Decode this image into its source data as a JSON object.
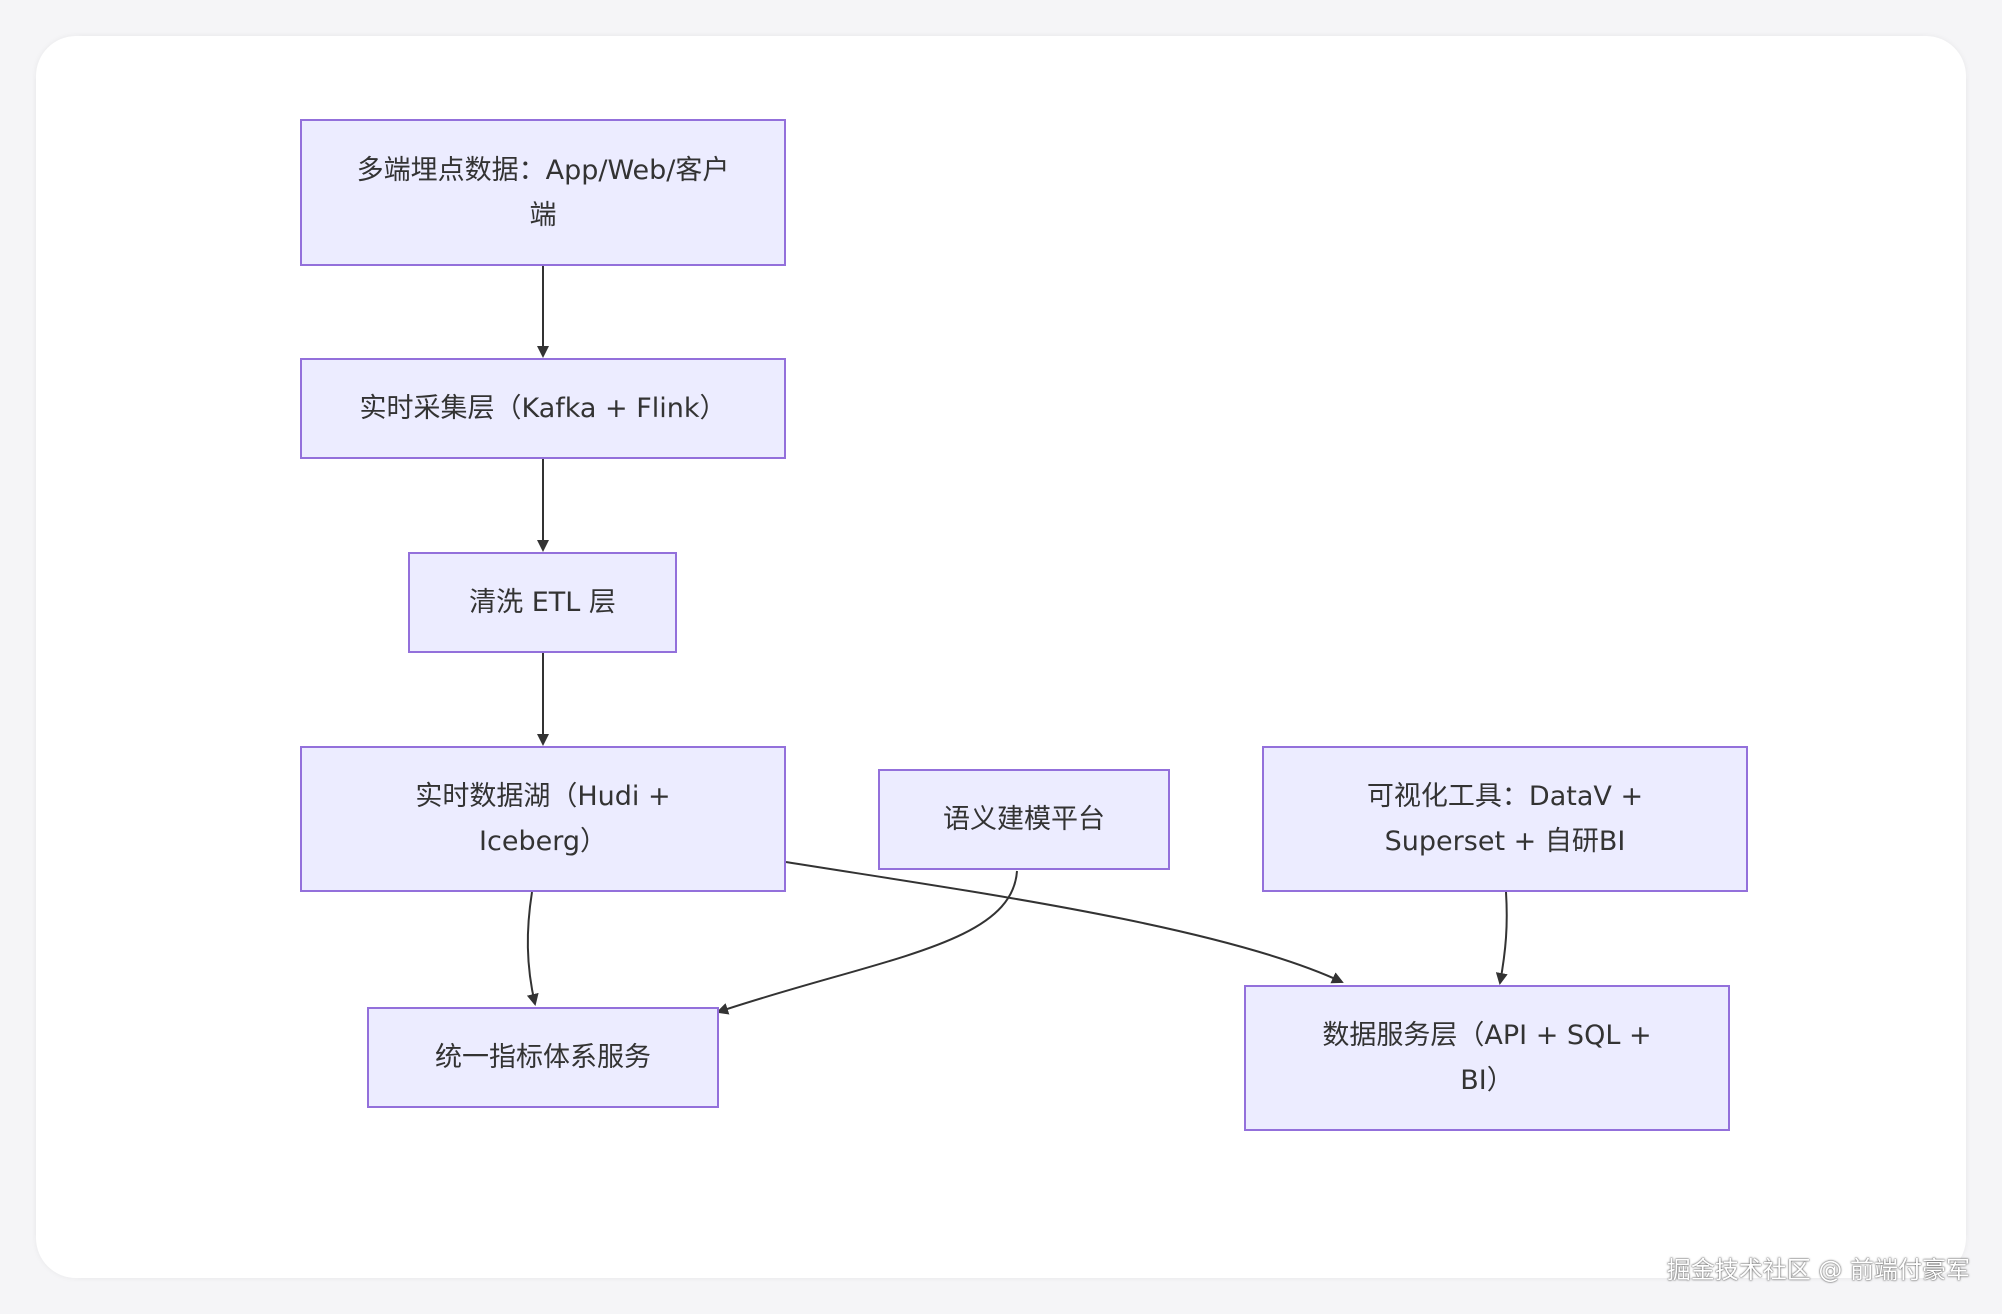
{
  "nodes": {
    "source": "多端埋点数据：App/Web/客户端",
    "collect": "实时采集层（Kafka + Flink）",
    "etl": "清洗 ETL 层",
    "lake": "实时数据湖（Hudi + Iceberg）",
    "semantic": "语义建模平台",
    "viz": "可视化工具：DataV + Superset + 自研BI",
    "metrics": "统一指标体系服务",
    "service": "数据服务层（API + SQL + BI）"
  },
  "edges": [
    {
      "from": "source",
      "to": "collect"
    },
    {
      "from": "collect",
      "to": "etl"
    },
    {
      "from": "etl",
      "to": "lake"
    },
    {
      "from": "lake",
      "to": "metrics"
    },
    {
      "from": "lake",
      "to": "service"
    },
    {
      "from": "semantic",
      "to": "metrics"
    },
    {
      "from": "viz",
      "to": "service"
    }
  ],
  "colors": {
    "node_fill": "#ececff",
    "node_border": "#9370db",
    "edge": "#333333",
    "text": "#333333"
  },
  "watermark": "掘金技术社区 @ 前端付豪军"
}
